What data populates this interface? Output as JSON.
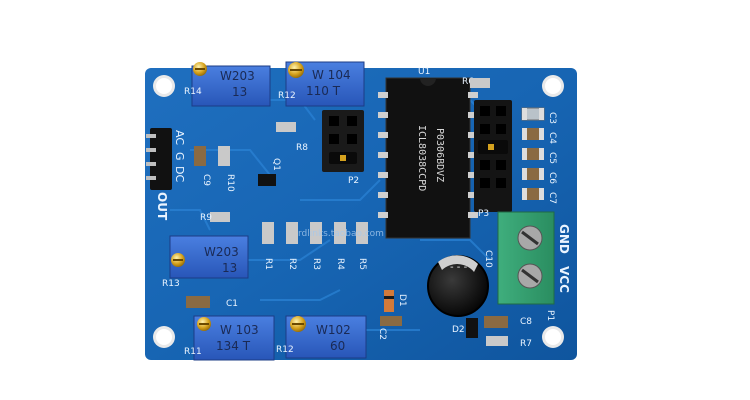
{
  "board": {
    "chip_label": "U1",
    "chip_line1": "ICL8038CCPD",
    "chip_line2": "P0306BDVZ",
    "pot_values": [
      "W203",
      "13",
      "W 104",
      "110 T",
      "W203",
      "13",
      "134 T",
      "W 103",
      "W102",
      "60"
    ],
    "labels": {
      "R14": "R14",
      "R12_top": "R12",
      "R11": "R11",
      "R12_bot": "R12",
      "R13": "R13",
      "R6": "R6",
      "R7": "R7",
      "R8": "R8",
      "R9": "R9",
      "R10": "R10",
      "R1": "R1",
      "R2": "R2",
      "R3": "R3",
      "R4": "R4",
      "R5": "R5",
      "C1": "C1",
      "C2": "C2",
      "C3": "C3",
      "C4": "C4",
      "C5": "C5",
      "C6": "C6",
      "C7": "C7",
      "C8": "C8",
      "C9": "C9",
      "C10": "C10",
      "P1": "P1",
      "P2": "P2",
      "P3": "P3",
      "Q1": "Q1",
      "D1": "D1",
      "D2": "D2",
      "AC": "AC",
      "G": "G",
      "DC": "DC",
      "OUT": "OUT",
      "GND": "GND",
      "VCC": "VCC"
    },
    "watermark": "rdlinks.taobao.com"
  }
}
